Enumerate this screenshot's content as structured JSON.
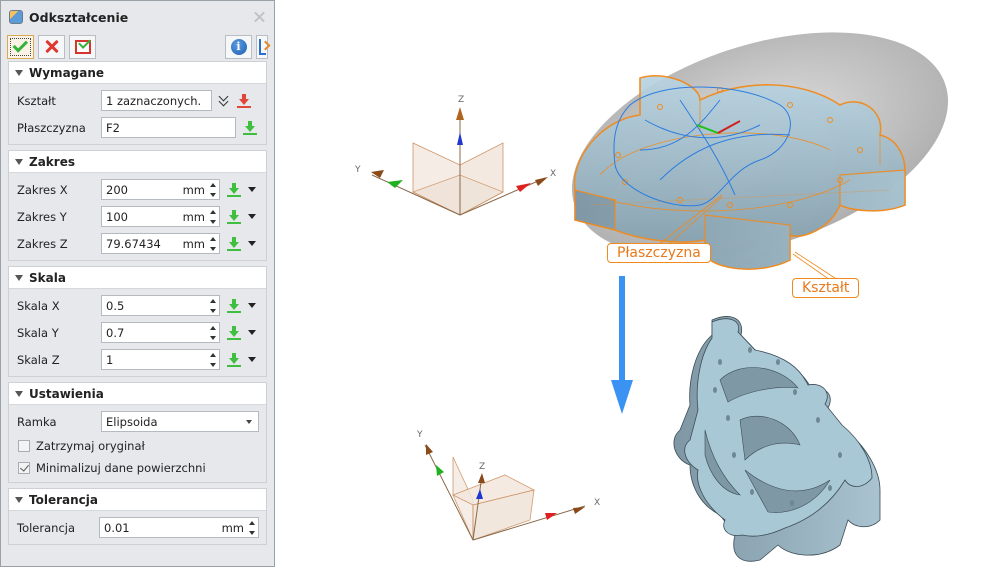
{
  "panel": {
    "title": "Odkształcenie",
    "icons": {
      "title": "deform-feature-icon",
      "close": "close-icon",
      "ok": "checkmark-icon",
      "cancel": "cancel-x-icon",
      "apply": "apply-keep-open-icon",
      "info": "info-icon",
      "next": "next-step-icon"
    },
    "sections": {
      "required": {
        "title": "Wymagane",
        "shape_label": "Kształt",
        "shape_value": "1 zaznaczonych.",
        "plane_label": "Płaszczyzna",
        "plane_value": "F2"
      },
      "range": {
        "title": "Zakres",
        "rows": [
          {
            "label": "Zakres X",
            "value": "200",
            "unit": "mm"
          },
          {
            "label": "Zakres Y",
            "value": "100",
            "unit": "mm"
          },
          {
            "label": "Zakres Z",
            "value": "79.67434",
            "unit": "mm"
          }
        ]
      },
      "scale": {
        "title": "Skala",
        "rows": [
          {
            "label": "Skala X",
            "value": "0.5"
          },
          {
            "label": "Skala Y",
            "value": "0.7"
          },
          {
            "label": "Skala Z",
            "value": "1"
          }
        ]
      },
      "settings": {
        "title": "Ustawienia",
        "frame_label": "Ramka",
        "frame_value": "Elipsoida",
        "keep_original_label": "Zatrzymaj oryginał",
        "keep_original_checked": false,
        "minimize_label": "Minimalizuj dane powierzchni",
        "minimize_checked": true
      },
      "tolerance": {
        "title": "Tolerancja",
        "label": "Tolerancja",
        "value": "0.01",
        "unit": "mm"
      }
    }
  },
  "viewport": {
    "callouts": {
      "plane": "Płaszczyzna",
      "shape": "Kształt"
    },
    "triad_top": {
      "x": "X",
      "y": "Y",
      "z": "Z"
    },
    "triad_bottom": {
      "x": "X",
      "y": "Y",
      "z": "Z"
    },
    "colors": {
      "highlight_orange": "#f08a1c",
      "plane_blue": "#2c7de0",
      "part_fill": "#a9c8d8",
      "ellipsoid_gray": "#9a9a9a",
      "arrow_blue": "#3a93f2"
    }
  }
}
